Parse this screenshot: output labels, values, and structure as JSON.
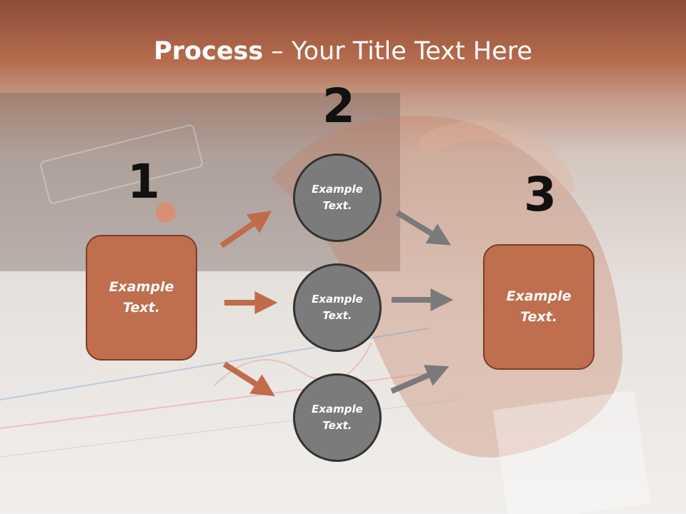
{
  "slide": {
    "title_bold": "Process",
    "title_rest": " – Your Title Text Here"
  },
  "steps": {
    "one": "1",
    "two": "2",
    "three": "3"
  },
  "boxes": {
    "left": "Example Text.",
    "right": "Example Text."
  },
  "circles": {
    "top": "Example Text.",
    "middle": "Example Text.",
    "bottom": "Example Text."
  },
  "colors": {
    "box_fill": "#bf6e4e",
    "circle_fill": "#7b7b7b",
    "arrow_orange": "#c06b4b",
    "arrow_gray": "#7a7a7a"
  }
}
